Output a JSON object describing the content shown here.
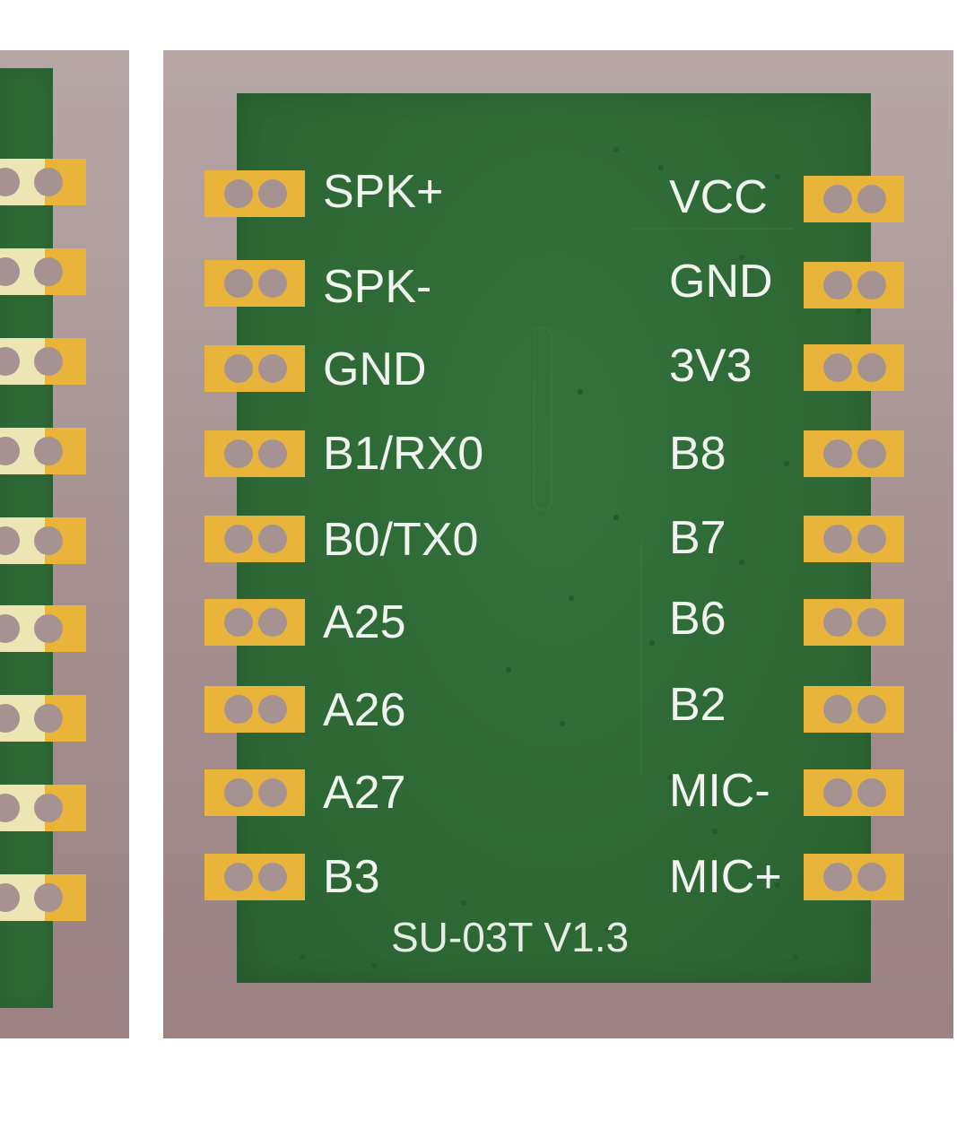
{
  "module": {
    "name": "SU-03T V1.3",
    "left_pins": [
      "SPK+",
      "SPK-",
      "GND",
      "B1/RX0",
      "B0/TX0",
      "A25",
      "A26",
      "A27",
      "B3"
    ],
    "right_pins": [
      "VCC",
      "GND",
      "3V3",
      "B8",
      "B7",
      "B6",
      "B2",
      "MIC-",
      "MIC+"
    ]
  },
  "colors": {
    "board": "#b0a0a0",
    "solder_mask": "#2e6a36",
    "pad": "#e8b53a",
    "silkscreen": "#f0f4ee"
  }
}
